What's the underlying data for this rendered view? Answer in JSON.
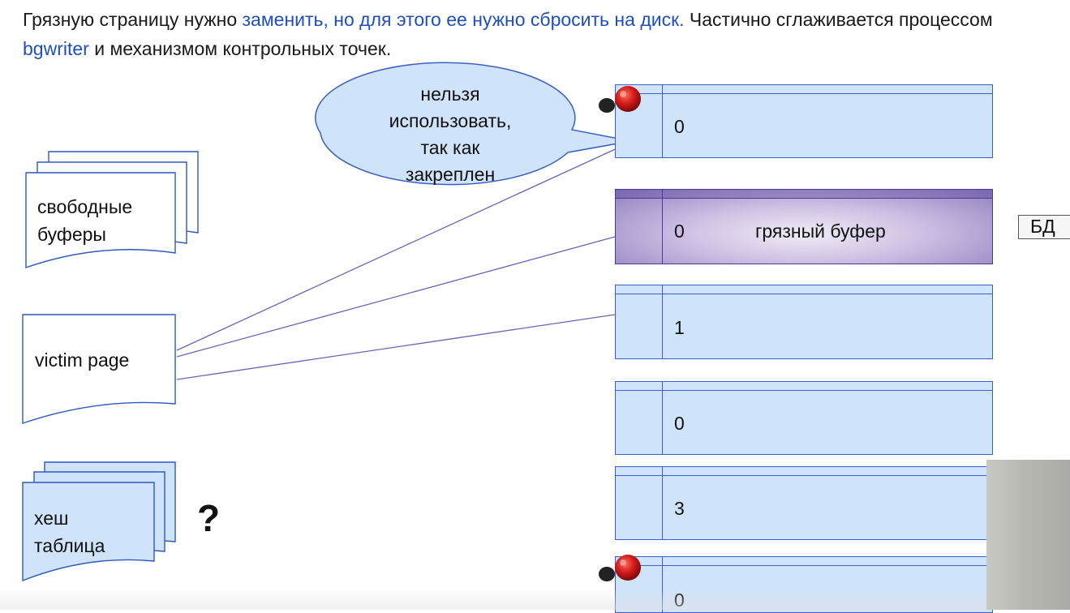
{
  "heading": {
    "part1": "Грязную страницу нужно ",
    "part2_link": "заменить, но для этого ее нужно сбросить на диск.",
    "part3": " Частично сглаживается процессом ",
    "part4_link": "bgwriter",
    "part5": " и механизмом контрольных точек."
  },
  "docs": {
    "free_buffers_line1": "свободные",
    "free_buffers_line2": "буферы",
    "victim_page": "victim page",
    "hash_table_line1": "хеш",
    "hash_table_line2": "таблица",
    "question_mark": "?"
  },
  "bubble": {
    "line1": "нельзя",
    "line2": "использовать,",
    "line3": "так как",
    "line4": "закреплен"
  },
  "buffers": [
    {
      "count": "0",
      "pinned": true,
      "dirty": false
    },
    {
      "count": "0",
      "pinned": false,
      "dirty": true,
      "label": "грязный буфер"
    },
    {
      "count": "1",
      "pinned": false,
      "dirty": false
    },
    {
      "count": "0",
      "pinned": false,
      "dirty": false
    },
    {
      "count": "3",
      "pinned": false,
      "dirty": false
    },
    {
      "count": "0",
      "pinned": true,
      "dirty": false
    }
  ],
  "db_label": "БД",
  "colors": {
    "link": "#1f4fbf",
    "buffer_fill": "#cfe3fb",
    "buffer_border": "#3b5fc4",
    "dirty_fill": "#8f7fbf",
    "connector": "#6a64b8",
    "pin": "#d01818"
  }
}
